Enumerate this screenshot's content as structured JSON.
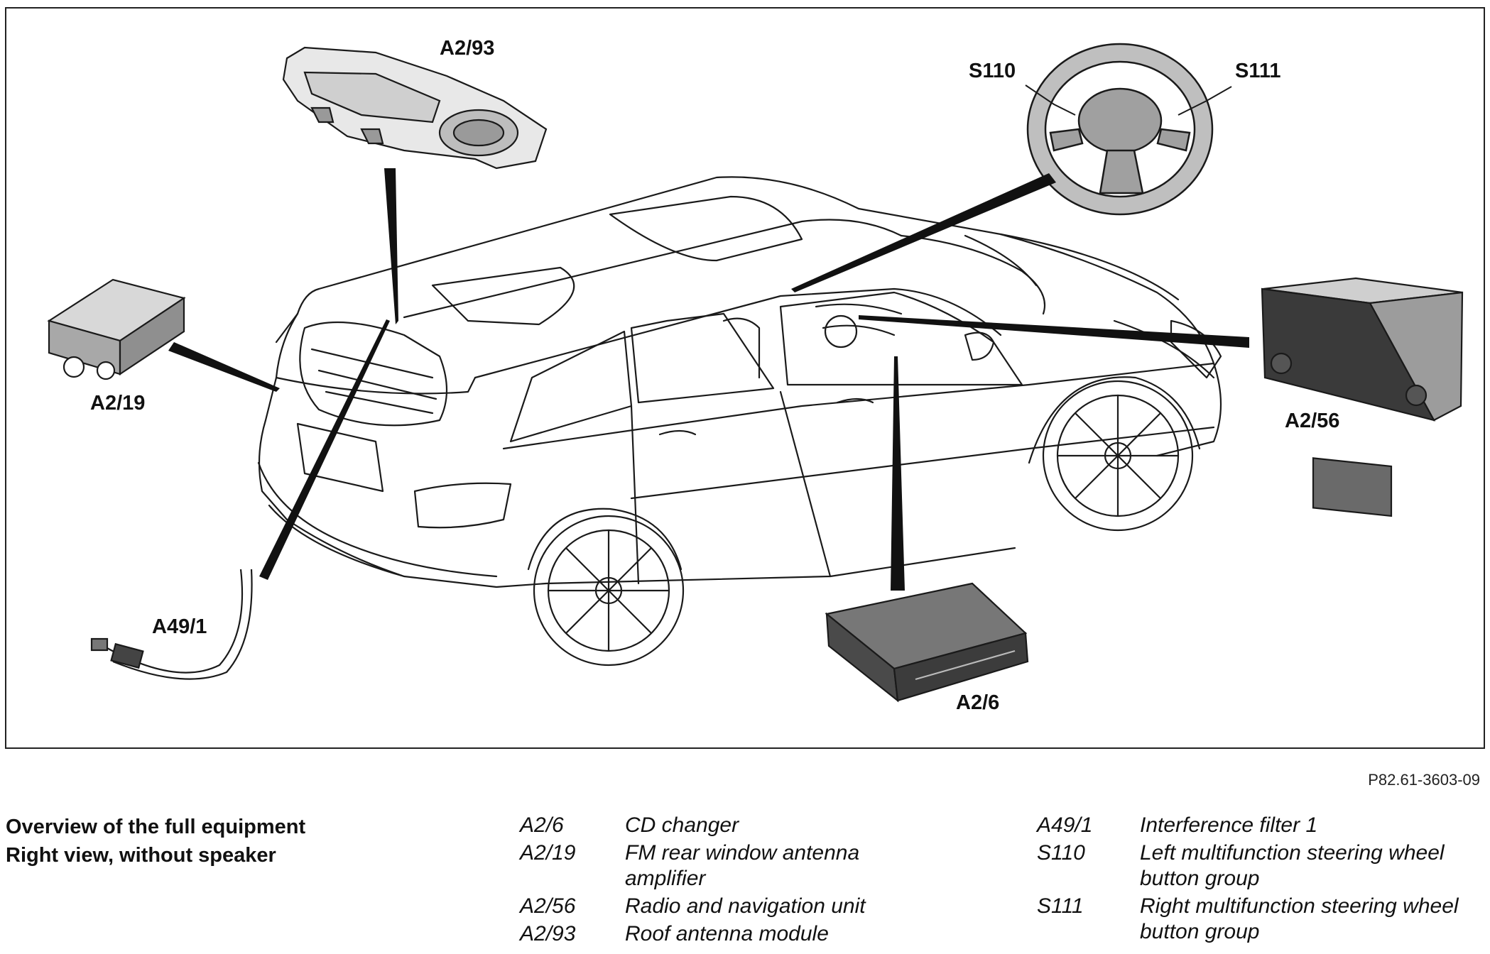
{
  "figure": {
    "labels": {
      "a2_93": "A2/93",
      "s110": "S110",
      "s111": "S111",
      "a2_19": "A2/19",
      "a2_56": "A2/56",
      "a49_1": "A49/1",
      "a2_6": "A2/6"
    },
    "figure_id": "P82.61-3603-09"
  },
  "caption": {
    "line1": "Overview of the full equipment",
    "line2": "Right view, without speaker"
  },
  "legend_left": [
    {
      "code": "A2/6",
      "desc": "CD changer"
    },
    {
      "code": "A2/19",
      "desc": "FM rear window antenna amplifier"
    },
    {
      "code": "A2/56",
      "desc": "Radio and navigation unit"
    },
    {
      "code": "A2/93",
      "desc": "Roof antenna module"
    }
  ],
  "legend_right": [
    {
      "code": "A49/1",
      "desc": "Interference filter 1"
    },
    {
      "code": "S110",
      "desc": "Left multifunction steering wheel button group"
    },
    {
      "code": "S111",
      "desc": "Right multifunction steering wheel button group"
    }
  ]
}
